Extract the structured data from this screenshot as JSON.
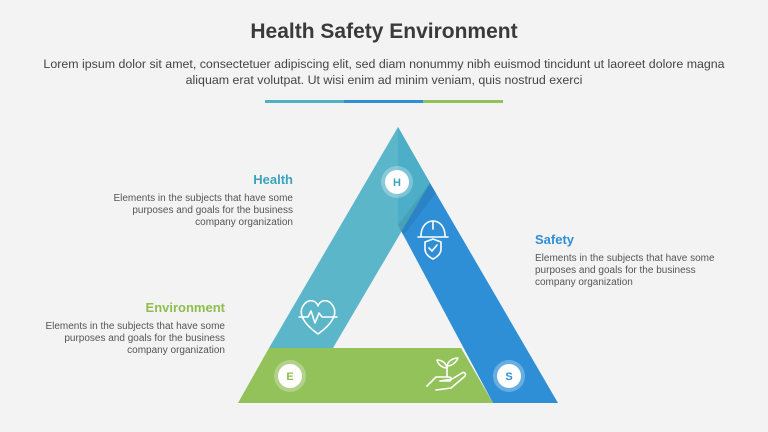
{
  "header": {
    "title": "Health Safety Environment",
    "subtitle": "Lorem ipsum dolor sit amet, consectetuer adipiscing elit, sed diam nonummy nibh euismod tincidunt ut laoreet dolore magna aliquam erat volutpat. Ut wisi enim ad minim veniam, quis nostrud exerci"
  },
  "colors": {
    "health": "#4fb0c6",
    "safety": "#2f8fd6",
    "environment": "#93c15a",
    "background": "#f3f3f3"
  },
  "items": {
    "health": {
      "title": "Health",
      "description": "Elements in the subjects that have some purposes and goals for the business company organization",
      "letter": "H",
      "icon": "heart-pulse-icon"
    },
    "safety": {
      "title": "Safety",
      "description": "Elements in the subjects that have some purposes and goals for the business company organization",
      "letter": "S",
      "icon": "safety-helmet-icon"
    },
    "environment": {
      "title": "Environment",
      "description": "Elements in the subjects that have some purposes and goals for the business company organization",
      "letter": "E",
      "icon": "hand-plant-icon"
    }
  }
}
